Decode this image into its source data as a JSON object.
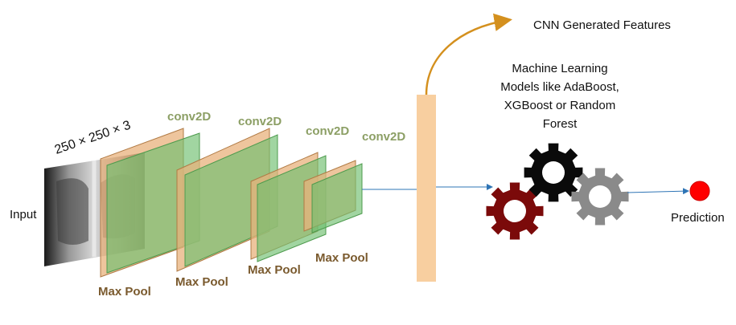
{
  "labels": {
    "input": "Input",
    "dimensions": "250 × 250 × 3",
    "conv_layers": [
      "conv2D",
      "conv2D",
      "conv2D",
      "conv2D"
    ],
    "pool_layers": [
      "Max Pool",
      "Max Pool",
      "Max Pool",
      "Max Pool"
    ],
    "cnn_features": "CNN Generated Features",
    "ml_models_lines": [
      "Machine Learning",
      "Models like AdaBoost,",
      "XGBoost or Random",
      "Forest"
    ],
    "prediction": "Prediction"
  },
  "colors": {
    "conv_fill": "#6fbf6f",
    "conv_label": "#8c9f65",
    "pool_fill": "#e8b27c",
    "pool_label": "#7a5a2e",
    "feature_bar": "#f8cfa0",
    "curve_arrow": "#d4901e",
    "gear_dark_red": "#7b0a0a",
    "gear_black": "#0a0a0a",
    "gear_gray": "#8a8a8a",
    "prediction_dot": "#ff0000",
    "connector": "#2e74b5"
  },
  "icons": [
    "xray-image",
    "gear-icon",
    "gear-icon",
    "gear-icon",
    "prediction-dot-icon"
  ]
}
